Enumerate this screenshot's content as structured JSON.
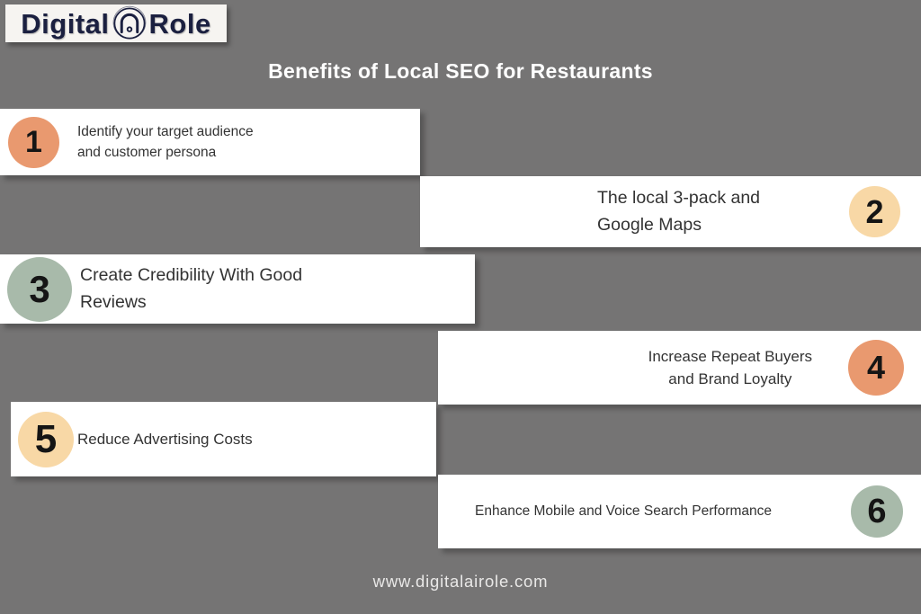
{
  "brand": {
    "logo_part1": "Digital",
    "logo_part2": "Role",
    "logo_icon": "a-swirl-circle-icon"
  },
  "header": {
    "title": "Benefits of Local SEO for Restaurants"
  },
  "items": [
    {
      "number": "1",
      "text": "Identify your target audience\nand customer persona",
      "side": "left",
      "badge_color": "#e9996f"
    },
    {
      "number": "2",
      "text": "The local 3-pack and\nGoogle Maps",
      "side": "right",
      "badge_color": "#f8d8a6"
    },
    {
      "number": "3",
      "text": "Create Credibility With Good\nReviews",
      "side": "left",
      "badge_color": "#a8baaa"
    },
    {
      "number": "4",
      "text": "Increase Repeat Buyers\nand Brand Loyalty",
      "side": "right",
      "badge_color": "#e9996f"
    },
    {
      "number": "5",
      "text": "Reduce Advertising Costs",
      "side": "left",
      "badge_color": "#f8d8a6"
    },
    {
      "number": "6",
      "text": "Enhance Mobile and Voice Search Performance",
      "side": "right",
      "badge_color": "#a8baaa"
    }
  ],
  "footer": {
    "website": "www.digitalairole.com"
  },
  "colors": {
    "background": "#757474",
    "bar": "#ffffff",
    "salmon": "#e9996f",
    "peach": "#f8d8a6",
    "sage": "#a8baaa",
    "brand_navy": "#1b2040",
    "title_text": "#ffffff",
    "item_text": "#333333"
  }
}
